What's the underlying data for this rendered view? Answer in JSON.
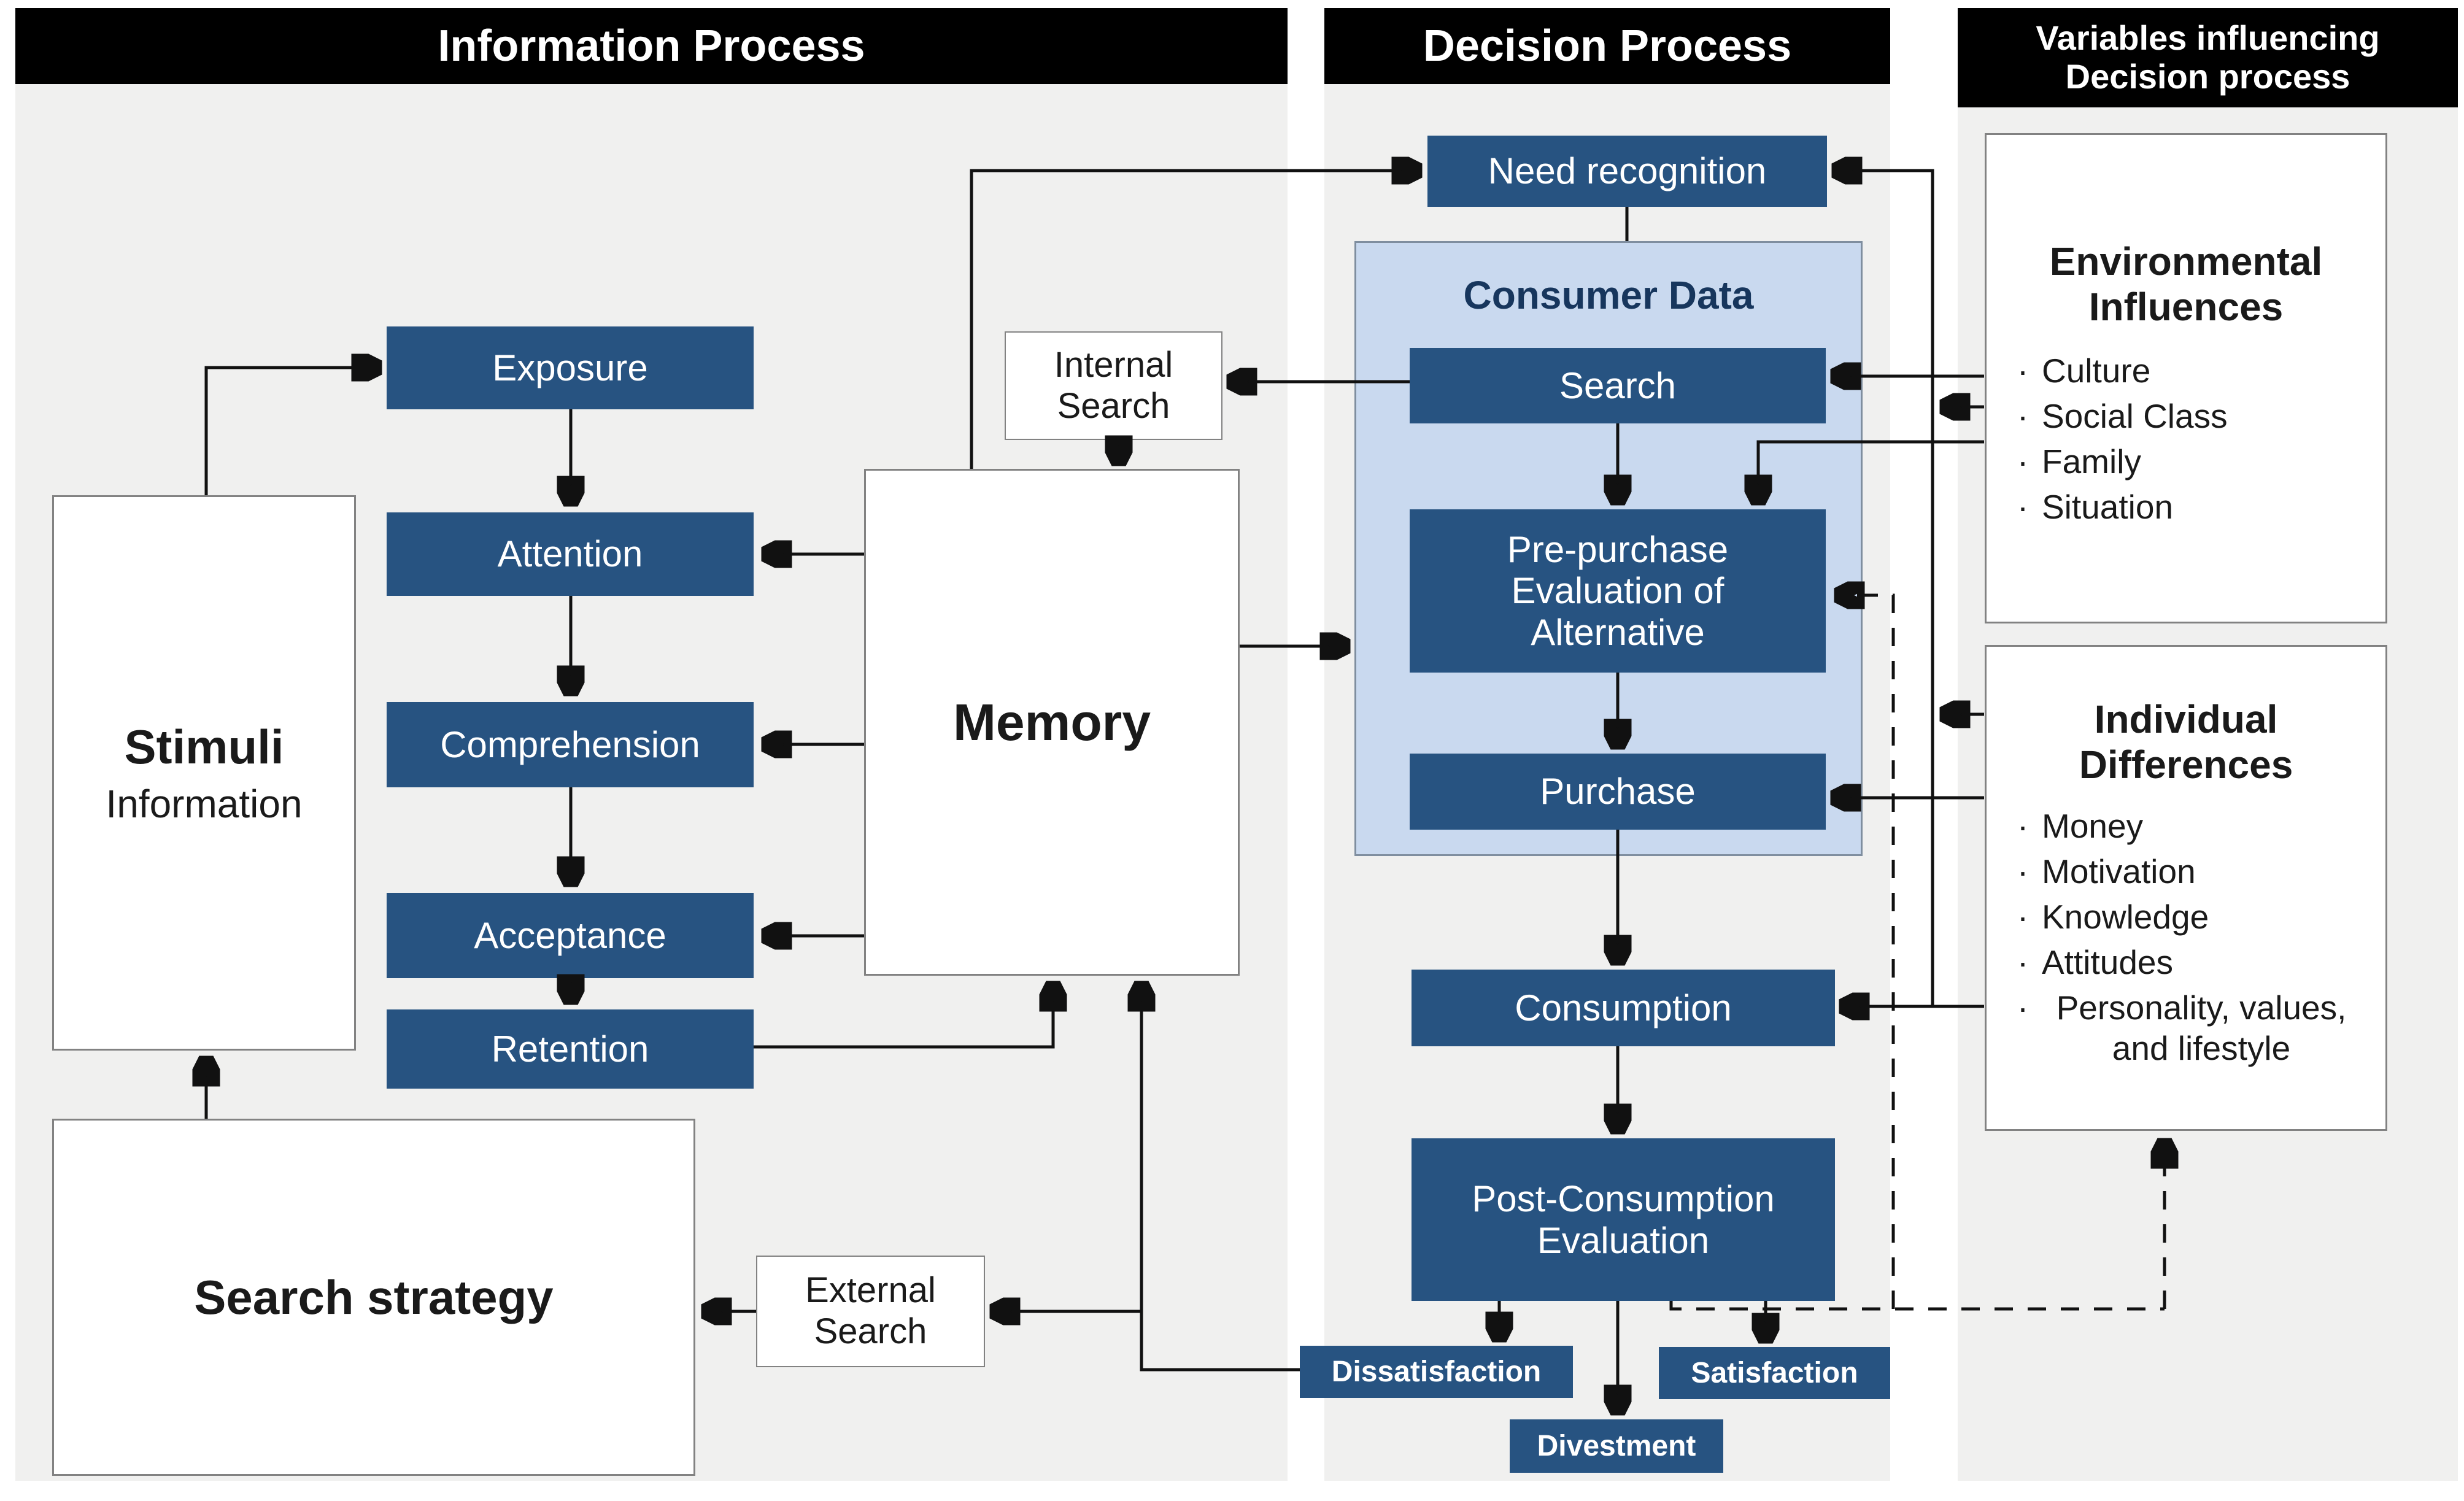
{
  "headers": {
    "information_process": "Information Process",
    "decision_process": "Decision Process",
    "variables_line1": "Variables influencing",
    "variables_line2": "Decision process"
  },
  "info": {
    "stimuli_title": "Stimuli",
    "stimuli_subtitle": "Information",
    "stages": [
      "Exposure",
      "Attention",
      "Comprehension",
      "Acceptance",
      "Retention"
    ],
    "memory": "Memory",
    "internal_search": "Internal Search",
    "external_search": "External Search",
    "search_strategy": "Search strategy"
  },
  "decision": {
    "need_recognition": "Need recognition",
    "consumer_data": "Consumer Data",
    "search": "Search",
    "pre_purchase": "Pre-purchase Evaluation of Alternative",
    "purchase": "Purchase",
    "consumption": "Consumption",
    "post_consumption": "Post-Consumption Evaluation",
    "dissatisfaction": "Dissatisfaction",
    "satisfaction": "Satisfaction",
    "divestment": "Divestment"
  },
  "vars": {
    "environmental": {
      "title": "Environmental Influences",
      "items": [
        "Culture",
        "Social Class",
        "Family",
        "Situation"
      ]
    },
    "individual": {
      "title": "Individual Differences",
      "items": [
        "Money",
        "Motivation",
        "Knowledge",
        "Attitudes",
        "Personality, values, and lifestyle"
      ]
    }
  },
  "colors": {
    "navy_box": "#275381",
    "light_blue_panel": "#c9d9ef",
    "grey_panel": "#f0f0ef",
    "header_bar": "#000000",
    "line": "#111111"
  }
}
